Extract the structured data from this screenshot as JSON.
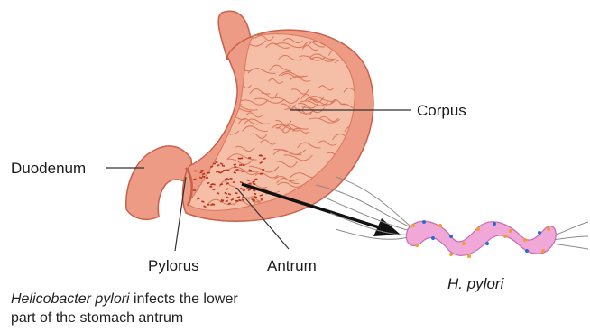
{
  "labels": {
    "corpus": "Corpus",
    "duodenum": "Duodenum",
    "pylorus": "Pylorus",
    "antrum": "Antrum",
    "bacterium": "H. pylori"
  },
  "caption": {
    "species": "Helicobacter pylori",
    "rest_line1": " infects the lower",
    "line2": "part of the stomach antrum"
  },
  "colors": {
    "stomach_wall": "#ee9b85",
    "stomach_outline": "#c9604a",
    "stomach_lining": "#f5bfa7",
    "rugae": "#d9765c",
    "antrum_dots": "#b8341f",
    "bacterium_body": "#f0a8d8",
    "bacterium_outline": "#c96aae",
    "bacterium_spots_orange": "#f29c2b",
    "bacterium_spots_blue": "#2a6bd1",
    "arrow": "#111111",
    "leader_lines": "#333333"
  }
}
